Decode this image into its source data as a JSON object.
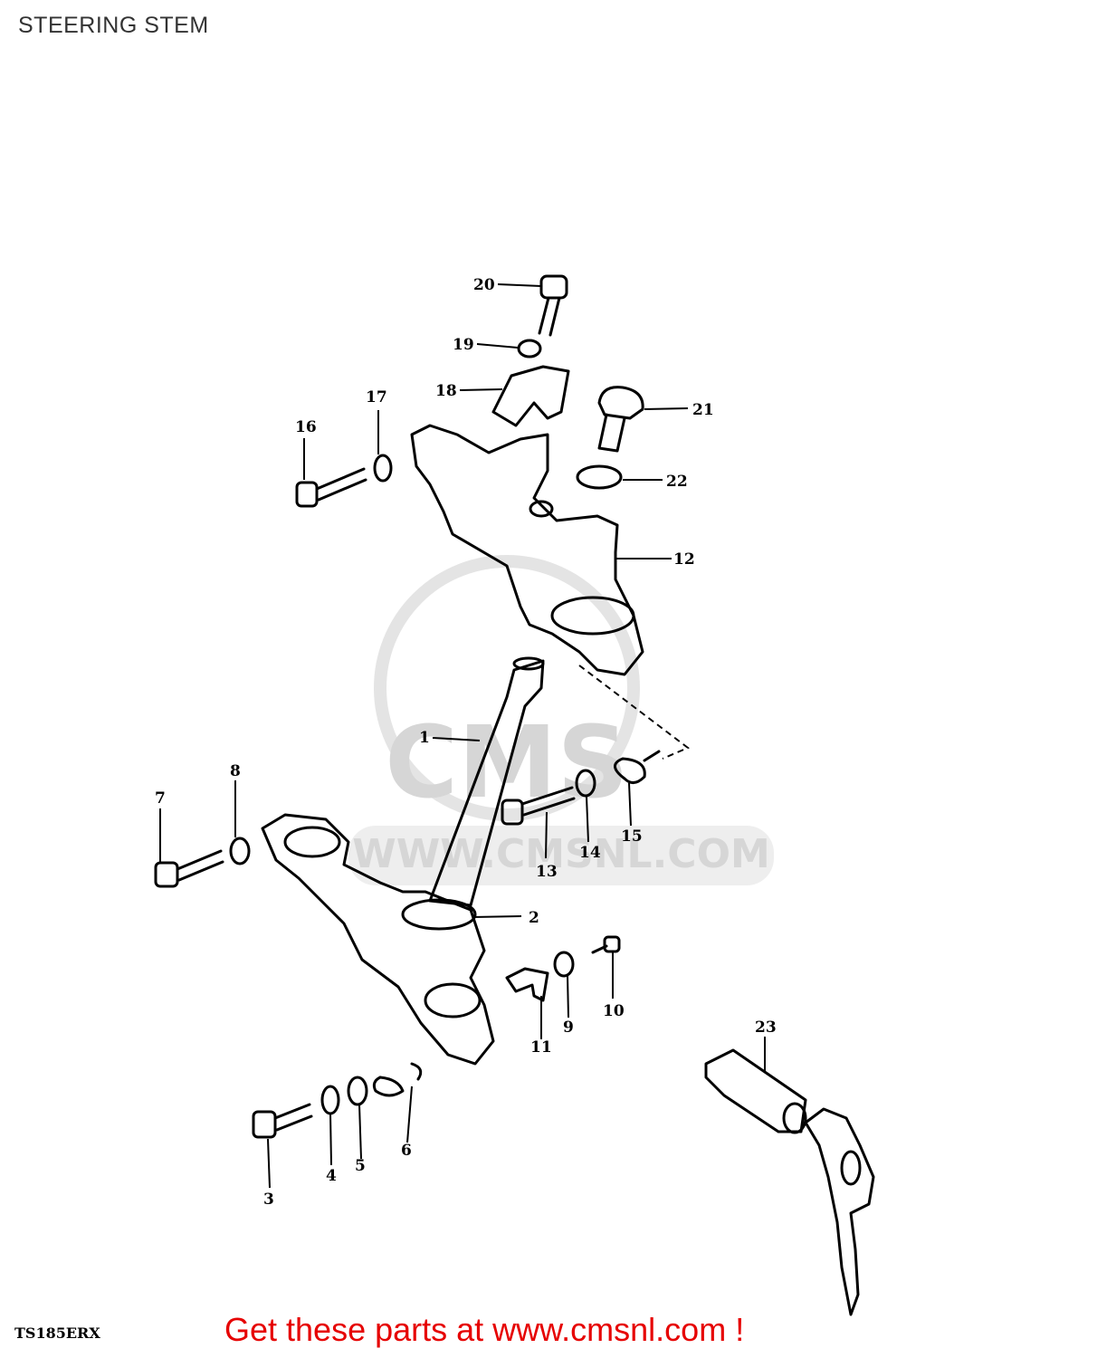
{
  "page": {
    "title": "STEERING STEM"
  },
  "diagram": {
    "watermark": {
      "logo_text": "CMS",
      "url_text": "WWW.CMSNL.COM"
    },
    "callouts": [
      {
        "id": "1",
        "label": "1"
      },
      {
        "id": "2",
        "label": "2"
      },
      {
        "id": "3",
        "label": "3"
      },
      {
        "id": "4",
        "label": "4"
      },
      {
        "id": "5",
        "label": "5"
      },
      {
        "id": "6",
        "label": "6"
      },
      {
        "id": "7",
        "label": "7"
      },
      {
        "id": "8",
        "label": "8"
      },
      {
        "id": "9",
        "label": "9"
      },
      {
        "id": "10",
        "label": "10"
      },
      {
        "id": "11",
        "label": "11"
      },
      {
        "id": "12",
        "label": "12"
      },
      {
        "id": "13",
        "label": "13"
      },
      {
        "id": "14",
        "label": "14"
      },
      {
        "id": "15",
        "label": "15"
      },
      {
        "id": "16",
        "label": "16"
      },
      {
        "id": "17",
        "label": "17"
      },
      {
        "id": "18",
        "label": "18"
      },
      {
        "id": "19",
        "label": "19"
      },
      {
        "id": "20",
        "label": "20"
      },
      {
        "id": "21",
        "label": "21"
      },
      {
        "id": "22",
        "label": "22"
      },
      {
        "id": "23",
        "label": "23"
      }
    ],
    "model_code": "TS185ERX"
  },
  "footer": {
    "promo": "Get these parts at www.cmsnl.com !"
  }
}
